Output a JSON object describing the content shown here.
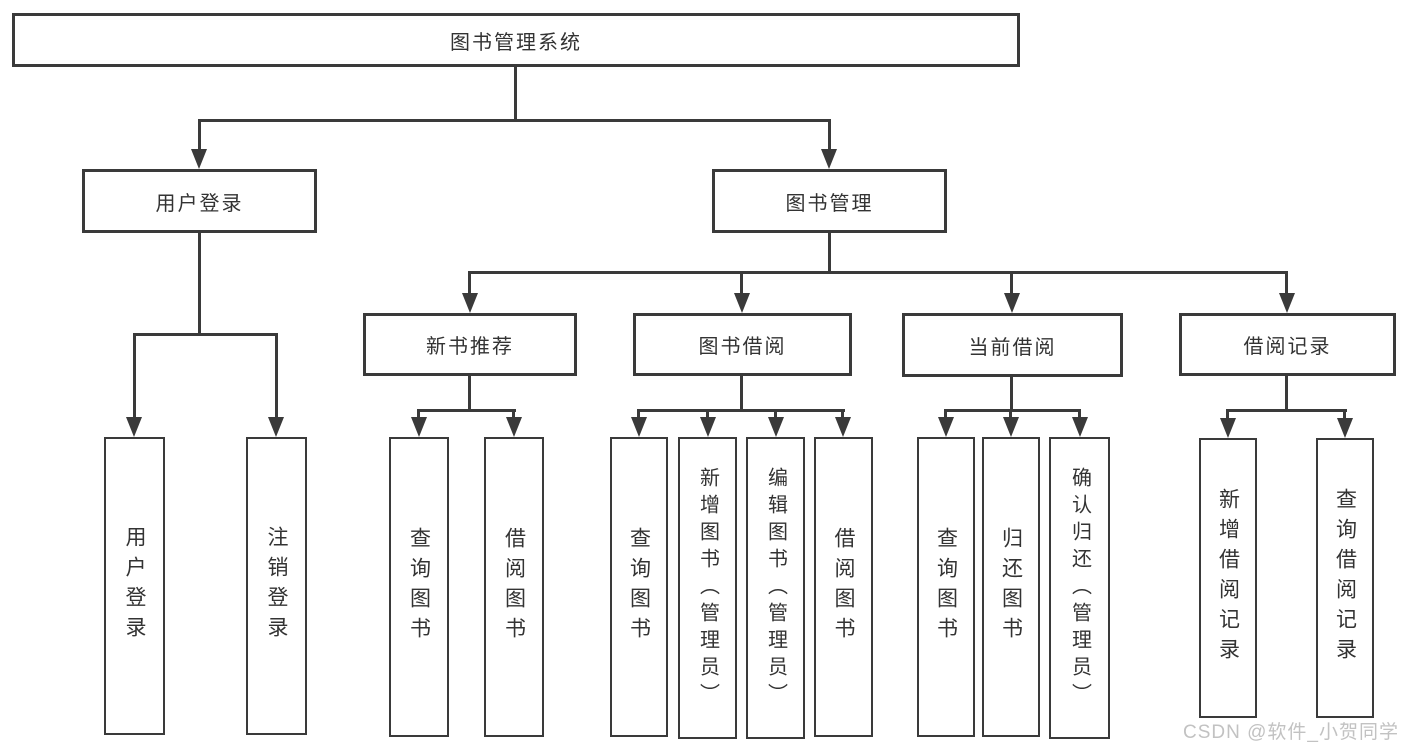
{
  "diagram": {
    "root": {
      "label": "图书管理系统"
    },
    "branches": [
      {
        "label": "用户登录",
        "children": [
          {
            "label": "用户登录"
          },
          {
            "label": "注销登录"
          }
        ]
      },
      {
        "label": "图书管理",
        "children": [
          {
            "label": "新书推荐",
            "children": [
              {
                "label": "查询图书"
              },
              {
                "label": "借阅图书"
              }
            ]
          },
          {
            "label": "图书借阅",
            "children": [
              {
                "label": "查询图书"
              },
              {
                "label": "新增图书（管理员）"
              },
              {
                "label": "编辑图书（管理员）"
              },
              {
                "label": "借阅图书"
              }
            ]
          },
          {
            "label": "当前借阅",
            "children": [
              {
                "label": "查询图书"
              },
              {
                "label": "归还图书"
              },
              {
                "label": "确认归还（管理员）"
              }
            ]
          },
          {
            "label": "借阅记录",
            "children": [
              {
                "label": "新增借阅记录"
              },
              {
                "label": "查询借阅记录"
              }
            ]
          }
        ]
      }
    ]
  },
  "watermark": {
    "text": "CSDN @软件_小贺同学"
  },
  "colors": {
    "line": "#3a3a3a",
    "text": "#333333",
    "background": "#ffffff",
    "watermark": "#c2c2c2"
  }
}
